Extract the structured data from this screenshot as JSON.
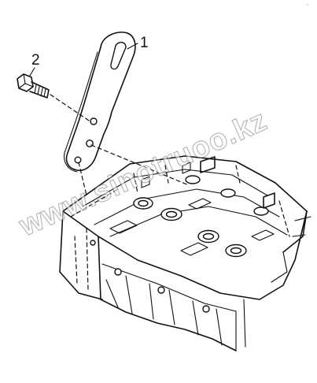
{
  "diagram": {
    "callouts": [
      {
        "id": "bracket",
        "label": "1"
      },
      {
        "id": "bolt",
        "label": "2"
      }
    ],
    "watermark": "www.sinotruoo.kz",
    "corner_mark": "‹"
  }
}
